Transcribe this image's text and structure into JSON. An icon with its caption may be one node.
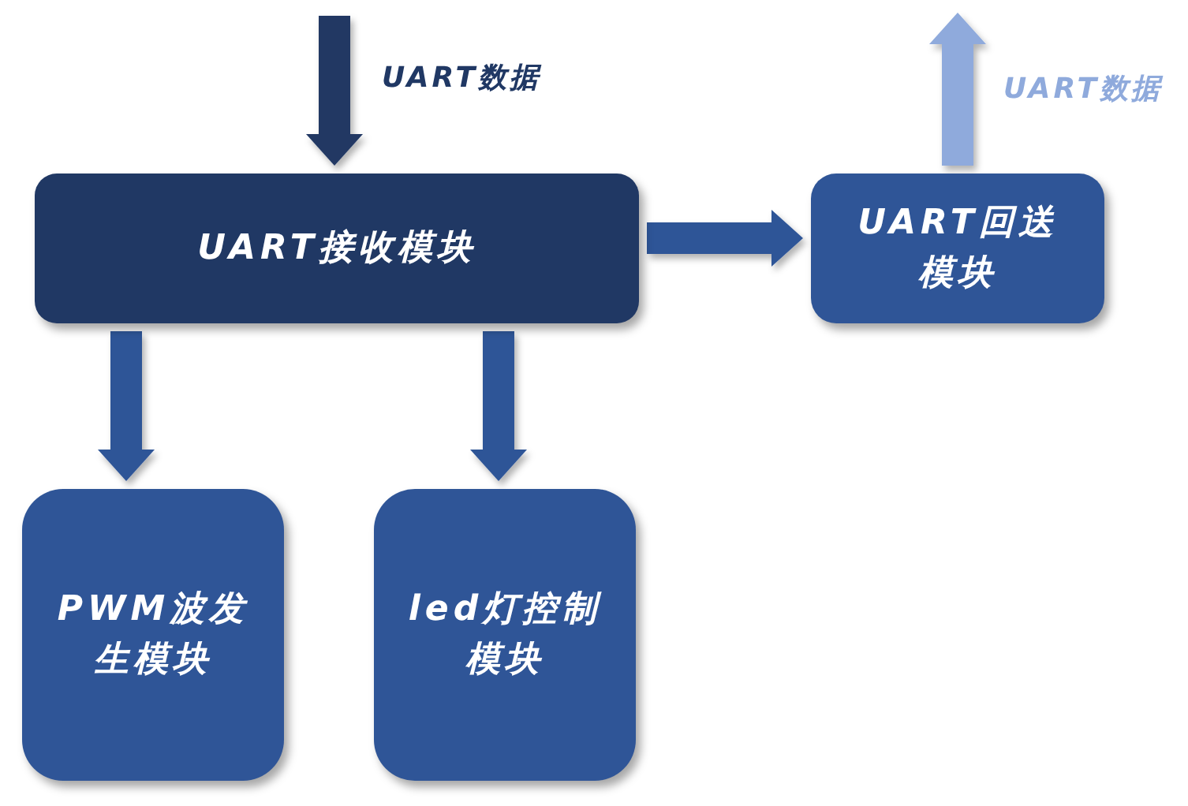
{
  "diagram": {
    "nodes": [
      {
        "text": [
          "UART接收模块"
        ]
      },
      {
        "text": [
          "UART回送模块"
        ]
      },
      {
        "text": [
          "PWM波发生模块"
        ]
      },
      {
        "text": [
          "led灯控制模块"
        ]
      }
    ],
    "edges": [
      {
        "from": null,
        "to": 0,
        "arrow": "to",
        "label": "UART数据",
        "color": "#203864"
      },
      {
        "from": 0,
        "to": 1,
        "arrow": "to"
      },
      {
        "from": 0,
        "to": 2,
        "arrow": "to"
      },
      {
        "from": 0,
        "to": 3,
        "arrow": "to"
      },
      {
        "from": 1,
        "to": null,
        "arrow": "to",
        "label": "UART数据",
        "color": "#8faadc"
      }
    ]
  }
}
